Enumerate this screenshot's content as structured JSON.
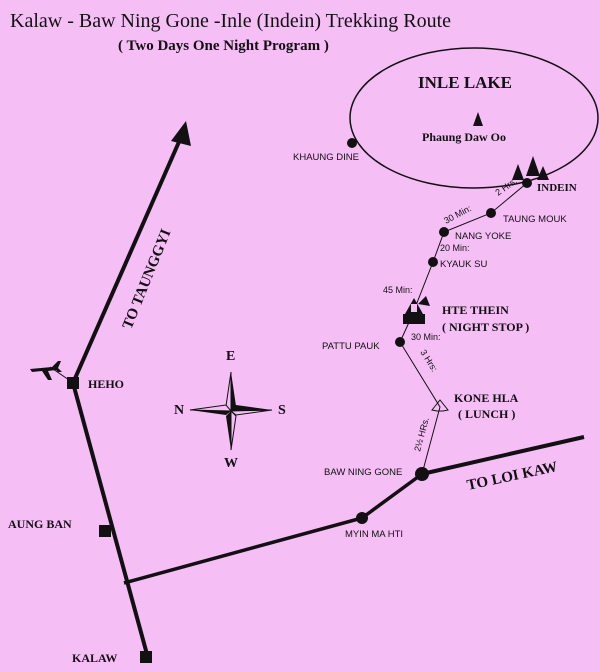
{
  "title": "Kalaw - Baw Ning Gone -Inle (Indein)   Trekking  Route",
  "subtitle": "( Two Days  One Night Program )",
  "lake": {
    "name": "INLE LAKE",
    "pagoda": "Phaung  Daw  Oo"
  },
  "places": {
    "khaung_dine": "KHAUNG DINE",
    "indein": "INDEIN",
    "taung_mouk": "TAUNG MOUK",
    "nang_yoke": "NANG YOKE",
    "kyauk_su": "KYAUK SU",
    "hte_thein": "HTE  THEIN",
    "night_stop": "( NIGHT STOP )",
    "pattu_pauk": "PATTU PAUK",
    "kone_hla": "KONE  HLA",
    "lunch": "( LUNCH )",
    "baw_ning_gone": "BAW NING GONE",
    "myin_ma_hti": "MYIN MA HTI",
    "heho": "HEHO",
    "aung_ban": "AUNG BAN",
    "kalaw": "KALAW"
  },
  "durations": {
    "indein_taungmouk": "2 Hrs.",
    "taungmouk_nangyoke": "30 Min:",
    "nangyoke_kyauksu": "20 Min:",
    "kyauksu_htethein": "45 Min:",
    "htethein_pattupauk": "30 Min:",
    "pattupauk_konehla": "3 Hrs:",
    "konehla_bawninggone": "2½ HRs."
  },
  "roads": {
    "taunggyi": "TO TAUNGGYI",
    "loikaw": "TO  LOI KAW"
  },
  "compass": {
    "n": "N",
    "e": "E",
    "s": "S",
    "w": "W"
  }
}
